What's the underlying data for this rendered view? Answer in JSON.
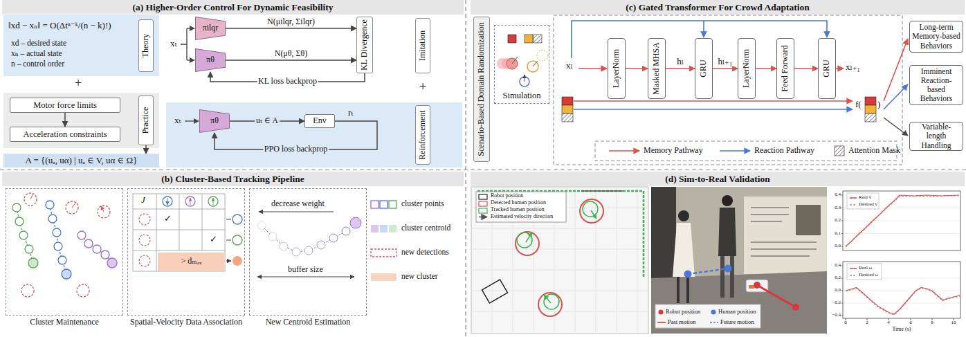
{
  "diagram": {
    "nodes": [
      {
        "text": [
          "(a) Higher-Order Control For Dynamic Feasibility"
        ]
      },
      {
        "text": [
          "Theory"
        ]
      },
      {
        "text": [
          "Motor force limits"
        ]
      },
      {
        "text": [
          "Acceleration constraints"
        ]
      },
      {
        "text": [
          "Practice"
        ]
      },
      {
        "text": [
          "A = {(uₐ, uα) | uₐ ∈ V, uα ∈ Ω}"
        ]
      },
      {
        "text": [
          "πilqr"
        ]
      },
      {
        "text": [
          "πθ"
        ]
      },
      {
        "text": [
          "KL Divergence"
        ]
      },
      {
        "text": [
          "Imitation"
        ]
      },
      {
        "text": [
          "πθ"
        ]
      },
      {
        "text": [
          "Env"
        ]
      },
      {
        "text": [
          "Reinforcement"
        ]
      },
      {
        "text": [
          "(c) Gated Transformer For Crowd Adaptation"
        ]
      },
      {
        "text": [
          "Scenario-Based Domain Randomization"
        ]
      },
      {
        "text": [
          "Simulation"
        ]
      },
      {
        "text": [
          "LayerNorm"
        ]
      },
      {
        "text": [
          "Masked MHSA"
        ]
      },
      {
        "text": [
          "GRU"
        ]
      },
      {
        "text": [
          "LayerNorm"
        ]
      },
      {
        "text": [
          "Feed Forward"
        ]
      },
      {
        "text": [
          "GRU"
        ]
      },
      {
        "text": [
          "Long-term Memory-based Behaviors"
        ]
      },
      {
        "text": [
          "Imminent Reaction-based Behaviors"
        ]
      },
      {
        "text": [
          "Variable-length Handling"
        ]
      },
      {
        "text": [
          "(b) Cluster-Based Tracking Pipeline"
        ]
      },
      {
        "text": [
          "Cluster Maintenance"
        ]
      },
      {
        "text": [
          "Spatial-Velocity Data Association"
        ]
      },
      {
        "text": [
          "New Centroid Estimation"
        ]
      },
      {
        "text": [
          "> dₘₐₓ"
        ],
        "in": 27
      },
      {
        "text": [
          "(d) Sim-to-Real Validation"
        ]
      }
    ],
    "edges": [
      {
        "from": 2,
        "to": 3,
        "arrow": "to"
      },
      {
        "from": 4,
        "to": 5,
        "arrow": "to"
      },
      {
        "from": 6,
        "to": 8,
        "arrow": "to",
        "label": "N(μilqr, Σilqr)"
      },
      {
        "from": 7,
        "to": 8,
        "arrow": "to",
        "label": "N(μθ, Σθ)"
      },
      {
        "from": 8,
        "to": 7,
        "arrow": "to",
        "label": "KL loss backprop"
      },
      {
        "from": 10,
        "to": 11,
        "arrow": "to",
        "label": "uₜ ∈ A"
      },
      {
        "from": 11,
        "to": 10,
        "arrow": "to",
        "label": "PPO loss backprop"
      },
      {
        "from": 16,
        "to": 17,
        "arrow": "to"
      },
      {
        "from": 17,
        "to": 18,
        "arrow": "to",
        "label": "hₗ"
      },
      {
        "from": 18,
        "to": 19,
        "arrow": "to",
        "label": "hₗ₊₁"
      },
      {
        "from": 19,
        "to": 20,
        "arrow": "to"
      },
      {
        "from": 20,
        "to": 21,
        "arrow": "to"
      }
    ],
    "labels": [
      "‖xd − xₙ‖ = O(Δtⁿ⁻ᵏ/(n − k)!)",
      "xd – desired state",
      "xₙ – actual state",
      "n – control order",
      "+",
      "xₜ",
      "+",
      "xₜ",
      "rₜ",
      "xₗ",
      "xₗ₊₁",
      "f(",
      ")",
      "J",
      "✓",
      "✓",
      "decrease weight",
      "buffer size",
      "0.4",
      "0.3",
      "0.2",
      "0.1",
      "0.0",
      "0.4",
      "0.2",
      "0.0",
      "−0.2",
      "−0.4",
      "0",
      "2",
      "4",
      "6",
      "8",
      "10",
      "Time (s)"
    ],
    "legend": [
      {
        "text": "Memory Pathway"
      },
      {
        "text": "Reaction Pathway"
      },
      {
        "text": "Attention Mask"
      },
      {
        "text": "cluster points"
      },
      {
        "text": "cluster centroid"
      },
      {
        "text": "new detections"
      },
      {
        "text": "new cluster",
        "color": "#f8d3bd"
      },
      {
        "text": "Robot position"
      },
      {
        "text": "Detected human position"
      },
      {
        "text": "Tracked human position"
      },
      {
        "text": "Estimated velocity direction"
      },
      {
        "text": "Robot position",
        "color": "#d9363e"
      },
      {
        "text": "Human position",
        "color": "#4a78d4"
      },
      {
        "text": "Past motion"
      },
      {
        "text": "Future motion"
      },
      {
        "text": "Real v"
      },
      {
        "text": "Desired v"
      },
      {
        "text": "Real ω"
      },
      {
        "text": "Desired ω"
      }
    ]
  }
}
